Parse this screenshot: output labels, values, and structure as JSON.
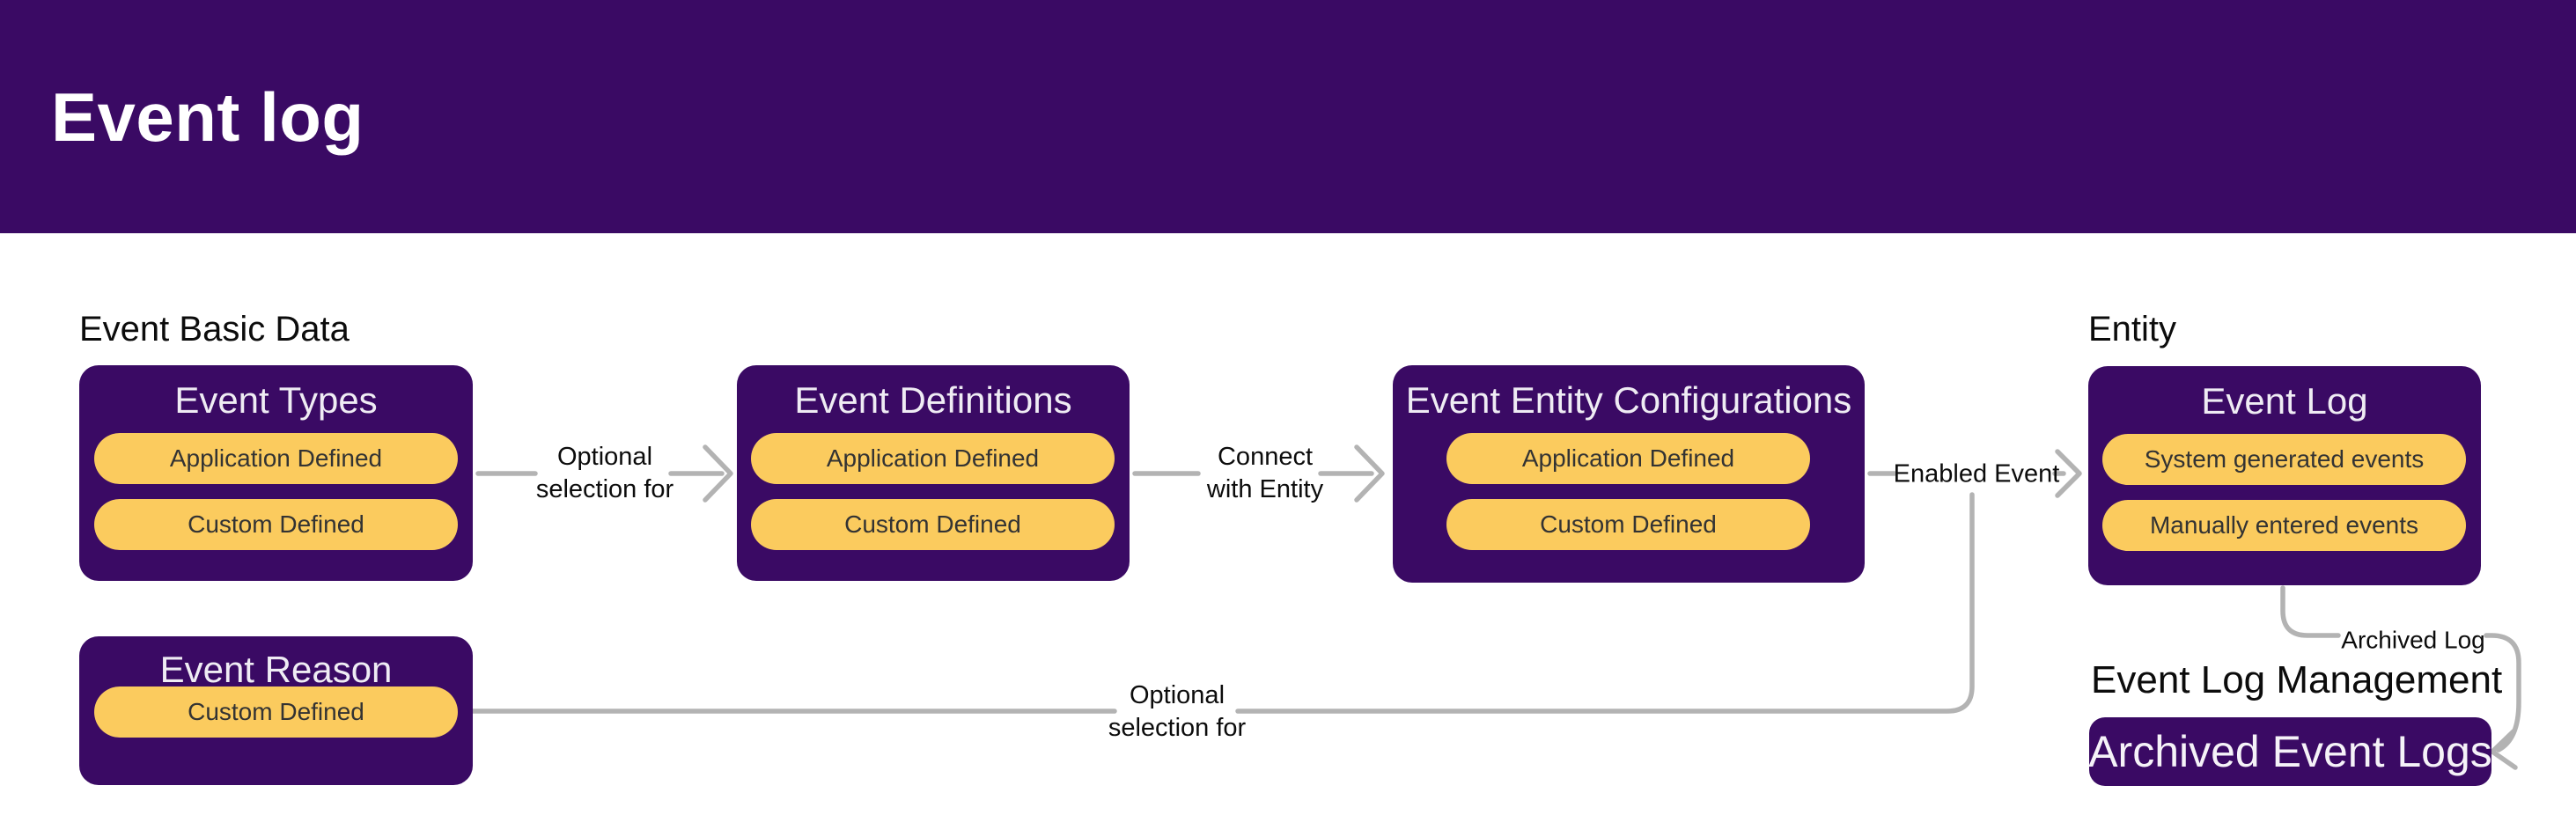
{
  "header": {
    "title": "Event log"
  },
  "colors": {
    "purple": "#3a0a64",
    "yellow": "#fbcb5e",
    "connector_gray": "#b3b3b3",
    "pill_text": "#333333",
    "box_title_text": "#efecf4",
    "label_text": "#0c0c0c"
  },
  "sections": {
    "event_basic_data": "Event Basic Data",
    "entity": "Entity",
    "event_log_management": "Event Log Management"
  },
  "boxes": {
    "event_types": {
      "title": "Event Types",
      "pills": [
        "Application Defined",
        "Custom Defined"
      ]
    },
    "event_definitions": {
      "title": "Event Definitions",
      "pills": [
        "Application Defined",
        "Custom Defined"
      ]
    },
    "event_entity_configurations": {
      "title": "Event Entity Configurations",
      "pills": [
        "Application Defined",
        "Custom Defined"
      ]
    },
    "event_log": {
      "title": "Event Log",
      "pills": [
        "System generated events",
        "Manually entered events"
      ]
    },
    "event_reason": {
      "title": "Event Reason",
      "pills": [
        "Custom Defined"
      ]
    },
    "archived_event_logs": {
      "title": "Archived Event Logs"
    }
  },
  "connectors": {
    "optional_selection_1": {
      "line1": "Optional",
      "line2": "selection for"
    },
    "connect_with_entity": {
      "line1": "Connect",
      "line2": "with Entity"
    },
    "enabled_event": {
      "label": "Enabled Event"
    },
    "archived_log": {
      "label": "Archived Log"
    },
    "optional_selection_2": {
      "line1": "Optional",
      "line2": "selection for"
    }
  }
}
